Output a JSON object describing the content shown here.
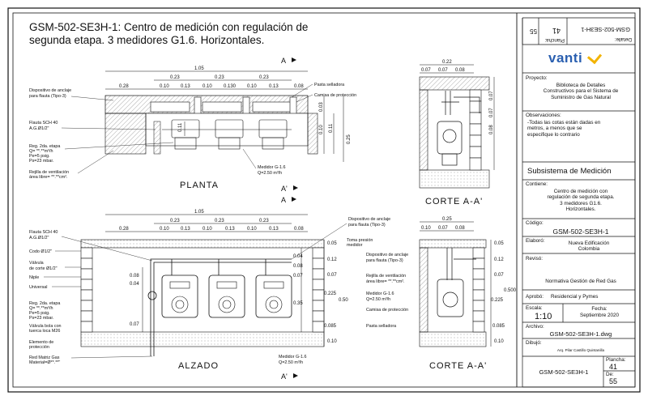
{
  "title": {
    "line1": "GSM-502-SE3H-1: Centro de medición con regulación de",
    "line2": "segunda etapa.  3 medidores G1.6. Horizontales."
  },
  "views": {
    "planta": "PLANTA",
    "alzado": "ALZADO",
    "corte_top": "CORTE A-A'",
    "corte_bottom": "CORTE A-A'",
    "section_a": "A",
    "section_a_prime": "A'"
  },
  "dims": {
    "overall": "1.05",
    "top_row": [
      "0.23",
      "0.23",
      "0.23"
    ],
    "bottom_row": [
      "0.28",
      "0.10",
      "0.13",
      "0.10",
      "0.130",
      "0.10",
      "0.13",
      "0.08"
    ],
    "bottom_row_alzado": [
      "0.28",
      "0.10",
      "0.13",
      "0.10",
      "0.13",
      "0.10",
      "0.13",
      "0.08"
    ],
    "corte_top_w": "0.22",
    "corte_top_sub": [
      "0.07",
      "0.07",
      "0.08"
    ],
    "corte_bottom_w": "0.25",
    "corte_bottom_sub": [
      "0.10",
      "0.07",
      "0.08"
    ],
    "planta_right": [
      "0.03",
      "0.10",
      "0.11",
      "0.25"
    ],
    "planta_pipe": "0.11",
    "corte_vert": [
      "0.07",
      "0.07",
      "0.08"
    ],
    "alzado_right": [
      "0.05",
      "0.12",
      "0.07",
      "0.225",
      "0.50",
      "0.085",
      "0.10"
    ],
    "alzado_left": [
      "0.08",
      "0.04",
      "0.07"
    ],
    "alzado_mid": [
      "0.04",
      "0.08",
      "0.07",
      "0.35"
    ],
    "corte_right": [
      "0.05",
      "0.12",
      "0.07",
      "0.225",
      "0.500",
      "0.085",
      "0.10"
    ]
  },
  "labels": {
    "anclaje": [
      "Dispositivo de anclaje",
      "para flauta (Tipo-3)"
    ],
    "pasta": "Pasta selladora",
    "camisa": "Camisa de protección",
    "flauta": [
      "Flauta SCH 40",
      "A.G.Ø1/2\""
    ],
    "reg": [
      "Reg. 2da. etapa",
      "Q= **.**m³/h",
      "Pe=5 psig.",
      "Ps=23 mbar."
    ],
    "rejilla": [
      "Rejilla de ventilación",
      "área libre= **.**cm²."
    ],
    "medidor": [
      "Medidor G-1.6",
      "Q=2.50 m³/h"
    ],
    "codo": "Codo Ø1/2\"",
    "valvula_corte": [
      "Válvula",
      "de corte Ø1/2\""
    ],
    "niple": "Niple",
    "universal": "Universal",
    "valvula_bola": [
      "Válvula bola con",
      "tuerca loca M26"
    ],
    "elemento": [
      "Elemento de",
      "protección"
    ],
    "red_matriz": [
      "Red Matriz Gas",
      "Material=Ø**.**\""
    ],
    "toma": [
      "Toma presión",
      "medidor"
    ],
    "anclaje2": [
      "Dispositivo de anclaje",
      "para flauta (Tipo-3)"
    ],
    "rejilla2": [
      "Rejilla de ventilación",
      "área libre= **.**cm²."
    ],
    "medidor2": [
      "Medidor G-1.6",
      "Q=2.50 m³/h"
    ],
    "camisa2": "Camisa de protección",
    "pasta2": "Pasta selladora",
    "medidor3": [
      "Medidor G-1.6",
      "Q=2.50 m³/h"
    ]
  },
  "titleblock": {
    "rot_code": "GSM-502-SE3H-1",
    "rot_detalle": "Detalle:",
    "rot_plancha": "Plancha:",
    "rot_41": "41",
    "rot_55": "55",
    "logo": "vanti",
    "proyecto_label": "Proyecto:",
    "proyecto": [
      "Biblioteca de Detalles",
      "Constructivos para el Sistema de",
      "Suministro de Gas Natural"
    ],
    "obs_label": "Observaciones:",
    "obs": [
      "-Todas las cotas están dadas en",
      "metros, a menos que se",
      "especifique lo contrario"
    ],
    "subsistema": "Subsistema de Medición",
    "contiene_label": "Contiene:",
    "contiene": [
      "Centro de medición con",
      "regulación de segunda etapa.",
      "3 medidores G1.6.",
      "Horizontales."
    ],
    "codigo_label": "Código:",
    "codigo": "GSM-502-SE3H-1",
    "elaboro_label": "Elaboró:",
    "elaboro": [
      "Nueva Edificación",
      "Colombia"
    ],
    "reviso_label": "Revisó:",
    "reviso": "Normativa Gestión de Red Gas",
    "aprobo_label": "Aprobó:",
    "aprobo": "Residencial y Pymes",
    "escala_label": "Escala:",
    "escala": "1:10",
    "fecha_label": "Fecha:",
    "fecha": "Septiembre 2020",
    "archivo_label": "Archivo:",
    "archivo": "GSM-502-SE3H-1.dwg",
    "dibujo_label": "Dibujó:",
    "dibujo": "Arq. Pilar Castillo Quintanilla",
    "plancha_label": "Plancha:",
    "plancha": "41",
    "bottom_code": "GSM-502-SE3H-1",
    "de_label": "De:",
    "de": "55"
  },
  "colors": {
    "line": "#111111",
    "hatch": "#777777",
    "brand": "#2a5fb0",
    "brand_accent": "#f2b300"
  }
}
